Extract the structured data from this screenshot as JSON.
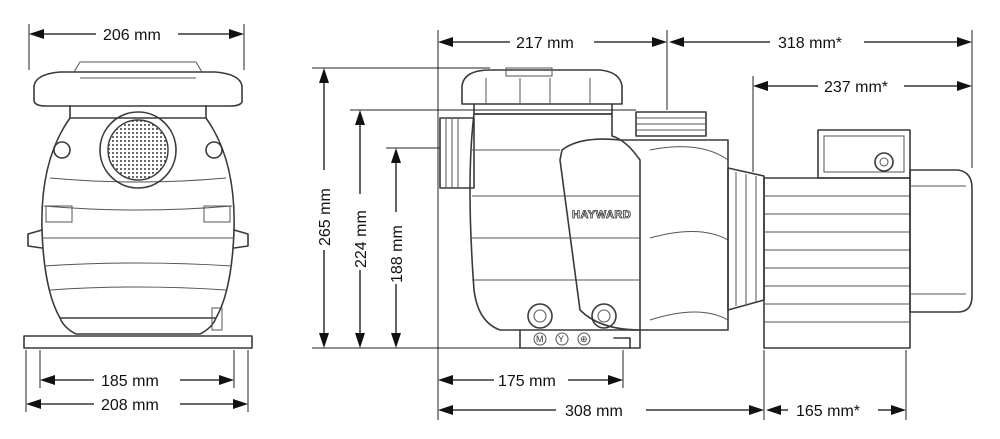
{
  "brand_label": "HAYWARD",
  "motor_badges": [
    "M",
    "Y",
    "⊕"
  ],
  "front_view": {
    "top_width": "206 mm",
    "base_inner_width": "185 mm",
    "base_outer_width": "208 mm"
  },
  "side_view": {
    "top_length": "217 mm",
    "motor_total": "318 mm*",
    "motor_length": "237 mm*",
    "height_total": "265 mm",
    "height_outlet": "224 mm",
    "height_inlet": "188 mm",
    "base_span": "175 mm",
    "pump_length": "308 mm",
    "motor_tail": "165 mm*"
  },
  "colors": {
    "line": "#3a3a3a",
    "text": "#111111",
    "background": "#ffffff"
  }
}
